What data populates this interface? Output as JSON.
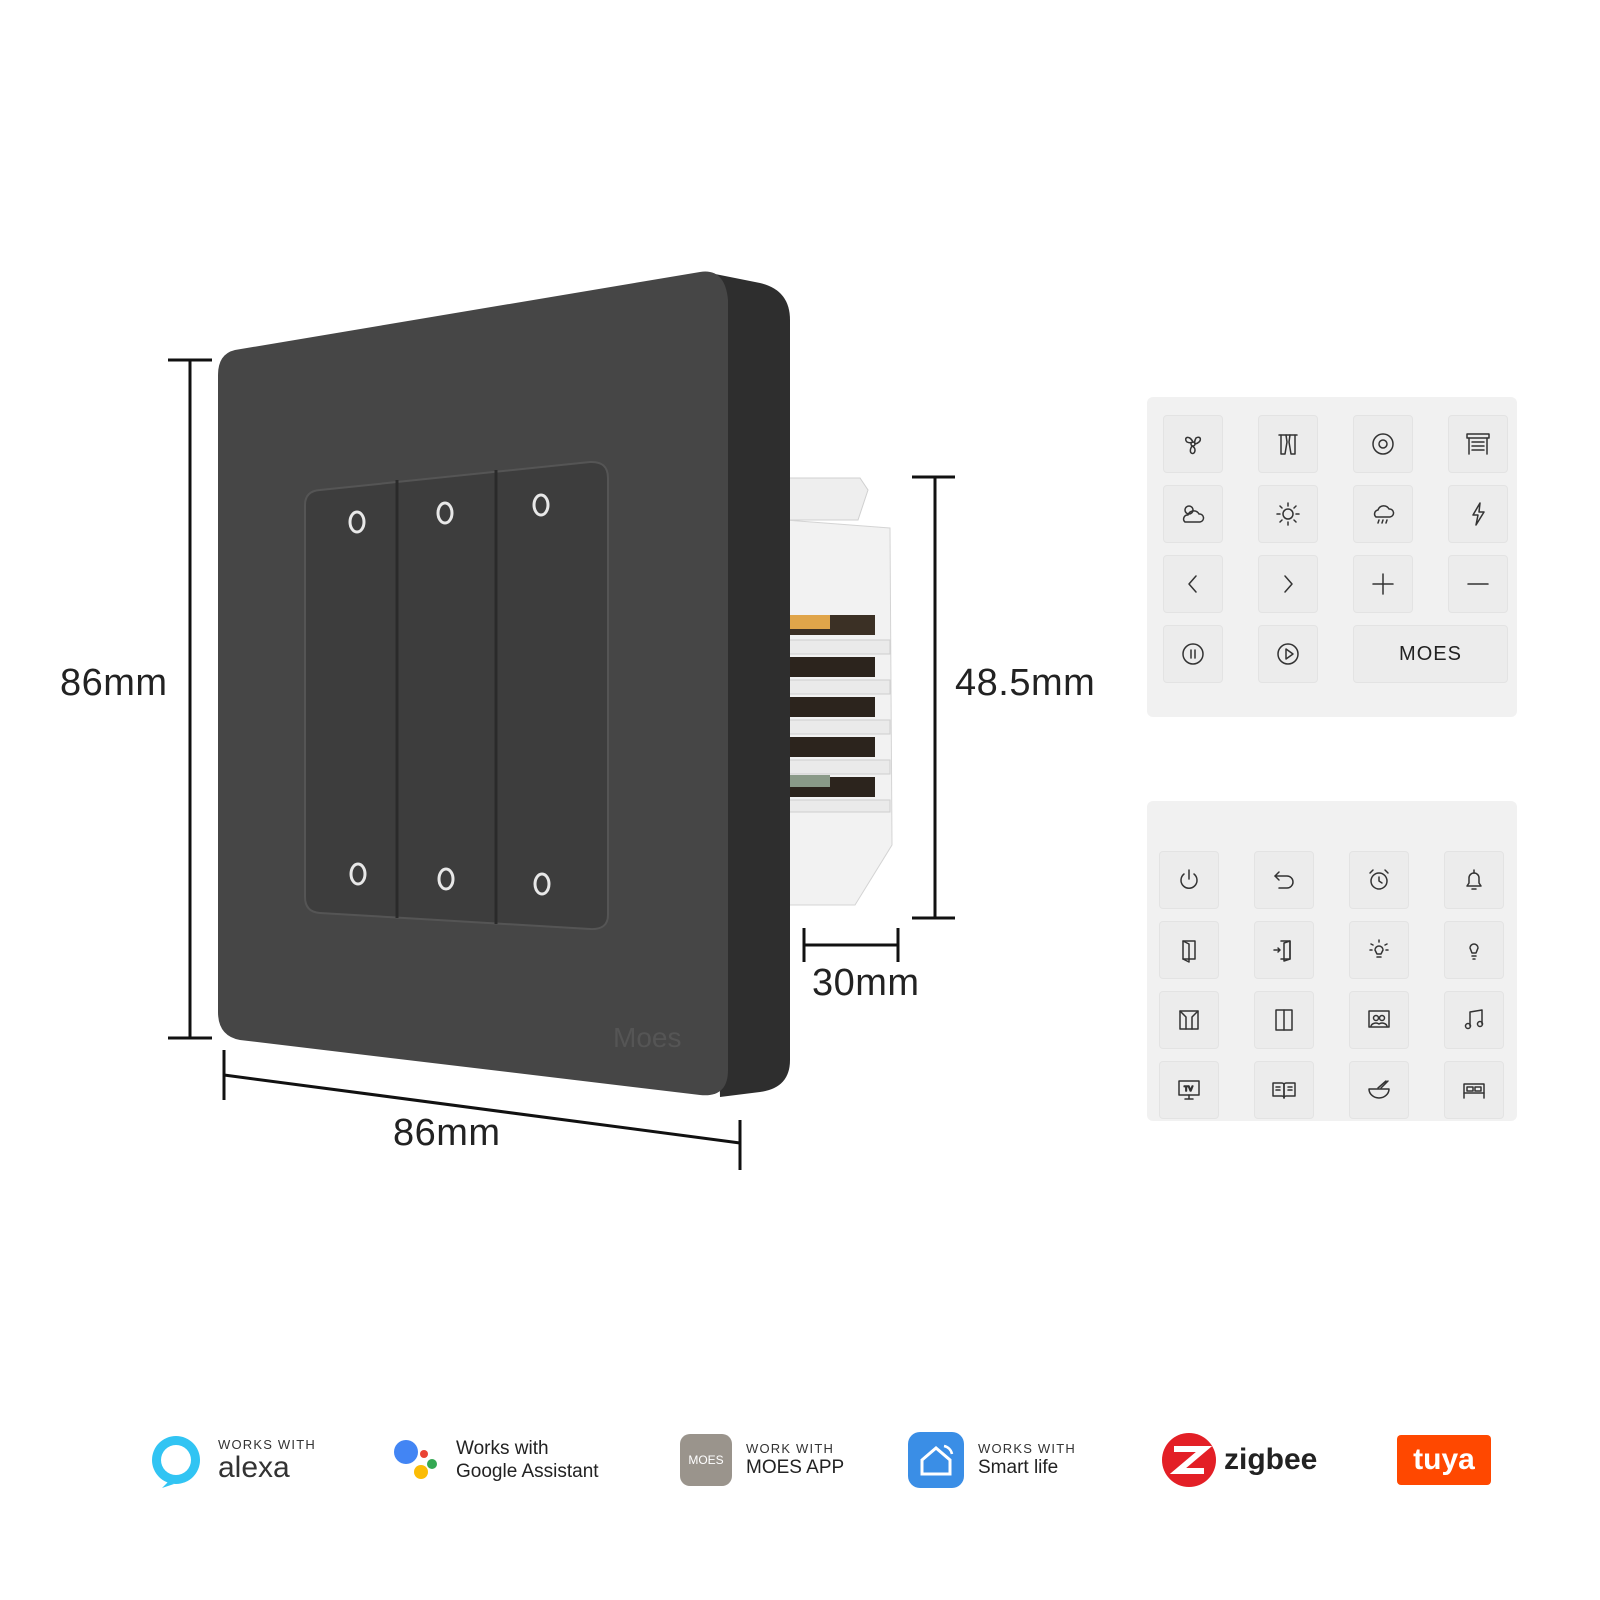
{
  "dimensions": {
    "height_label": "86mm",
    "width_label": "86mm",
    "module_height_label": "48.5mm",
    "depth_label": "30mm"
  },
  "device": {
    "brand_mark": "Moes",
    "color": "#464646",
    "side_color": "#2e2e2e"
  },
  "sticker_sheet_top": {
    "icons": [
      "fan-icon",
      "curtain-icon",
      "target-icon",
      "garage-icon",
      "cloudy-icon",
      "sun-icon",
      "rain-icon",
      "lightning-icon",
      "chevron-left-icon",
      "chevron-right-icon",
      "plus-icon",
      "minus-icon",
      "pause-icon",
      "play-icon"
    ],
    "logo_text": "MOES"
  },
  "sticker_sheet_bottom": {
    "icons": [
      "power-icon",
      "undo-icon",
      "alarm-clock-icon",
      "bell-icon",
      "door-open-icon",
      "door-enter-icon",
      "bulb-bright-icon",
      "bulb-icon",
      "window-icon",
      "panel-icon",
      "people-icon",
      "music-icon",
      "tv-icon",
      "book-icon",
      "bowl-icon",
      "bed-icon"
    ],
    "tv_text": "TV"
  },
  "badges": {
    "alexa": {
      "top": "WORKS WITH",
      "main": "alexa",
      "color": "#31c4f3"
    },
    "google": {
      "top": "Works with",
      "main": "Google Assistant"
    },
    "moes": {
      "top": "WORK WITH",
      "main": "MOES APP",
      "icon_text": "MOES"
    },
    "smartlife": {
      "top": "WORKS WITH",
      "main": "Smart life",
      "color": "#3a8ee6"
    },
    "zigbee": {
      "main": "zigbee",
      "color": "#e31f26"
    },
    "tuya": {
      "main": "tuya",
      "color": "#ff4800"
    }
  }
}
